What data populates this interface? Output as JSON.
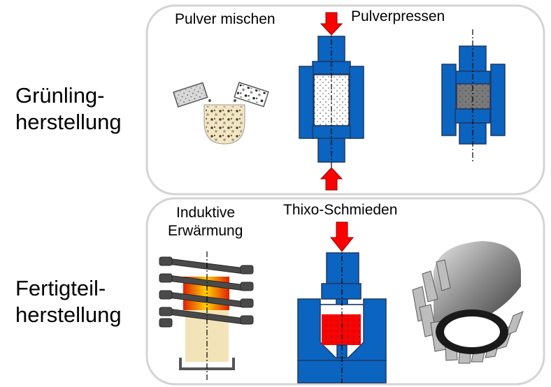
{
  "rows": [
    {
      "label_line1": "Grünling-",
      "label_line2": "herstellung",
      "steps": [
        "Pulver mischen",
        "Pulverpressen"
      ]
    },
    {
      "label_line1": "Fertigteil-",
      "label_line2": "herstellung",
      "steps": [
        "Induktive",
        "Erwärmung",
        "Thixo-Schmieden"
      ]
    }
  ],
  "colors": {
    "tool_blue": "#0a64c0",
    "tool_outline": "#1f3864",
    "press_arrow": "#ff0000",
    "powder_bed": "#f3e6c0",
    "billet_cold": "#f3e3b8",
    "coil": "#4a4a4a",
    "panel_border": "#d4d4d4",
    "green_compact": "#7a7a7a",
    "forging_red": "#ff0000"
  },
  "icons": [
    "powder-scoop-icon",
    "mixing-bowl-icon",
    "press-arrow-icon",
    "induction-coil-icon",
    "bevel-gear-icon"
  ]
}
